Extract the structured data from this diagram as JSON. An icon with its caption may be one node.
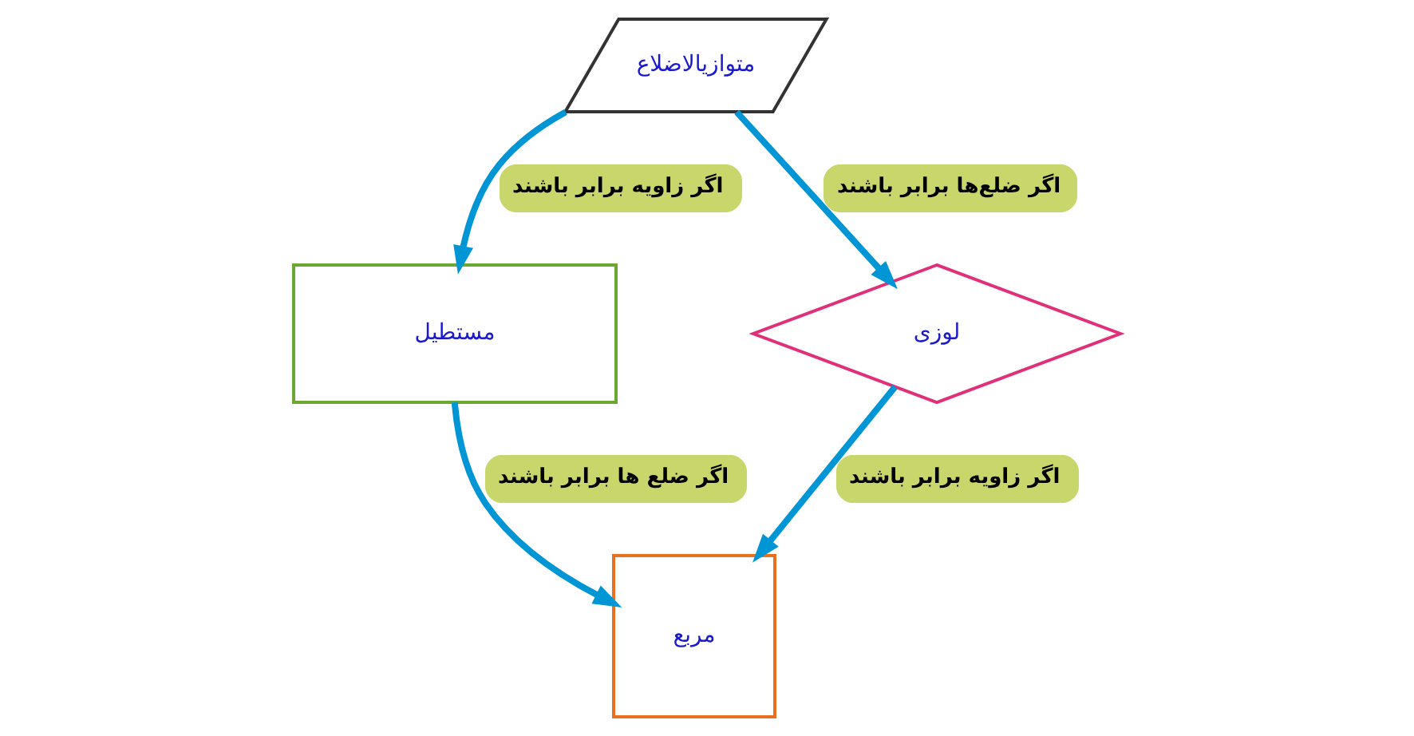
{
  "diagram": {
    "nodes": [
      {
        "text": [
          "متوازیالاضلاع"
        ]
      },
      {
        "text": [
          "مستطیل"
        ]
      },
      {
        "text": [
          "لوزی"
        ]
      },
      {
        "text": [
          "مربع"
        ]
      }
    ],
    "edges": [
      {
        "from": 0,
        "to": 1,
        "arrow": "to",
        "label": "اگر زاویه برابر باشند"
      },
      {
        "from": 0,
        "to": 2,
        "arrow": "to",
        "label": "اگر ضلع‌ها برابر باشند"
      },
      {
        "from": 1,
        "to": 3,
        "arrow": "to",
        "label": "اگر ضلع ها برابر باشند"
      },
      {
        "from": 2,
        "to": 3,
        "arrow": "to",
        "label": "اگر زاویه برابر باشند"
      }
    ]
  }
}
